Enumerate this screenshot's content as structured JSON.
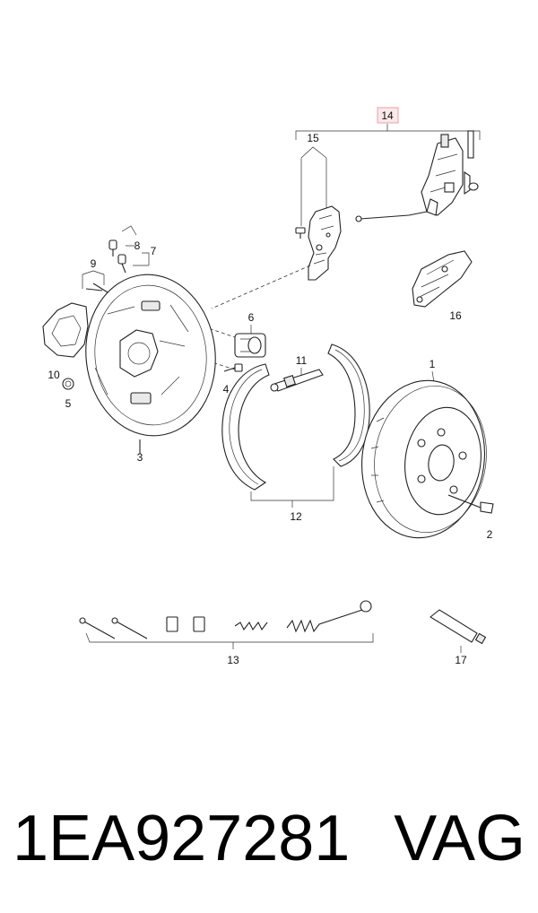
{
  "callouts": {
    "c1": "1",
    "c2": "2",
    "c3": "3",
    "c4": "4",
    "c5": "5",
    "c6": "6",
    "c7": "7",
    "c8": "8",
    "c9": "9",
    "c10": "10",
    "c11": "11",
    "c12": "12",
    "c13": "13",
    "c14": "14",
    "c15": "15",
    "c16": "16",
    "c17": "17"
  },
  "highlight_color": "#e8a0a8",
  "footer": {
    "part_number": "1EA927281",
    "brand": "VAG"
  }
}
